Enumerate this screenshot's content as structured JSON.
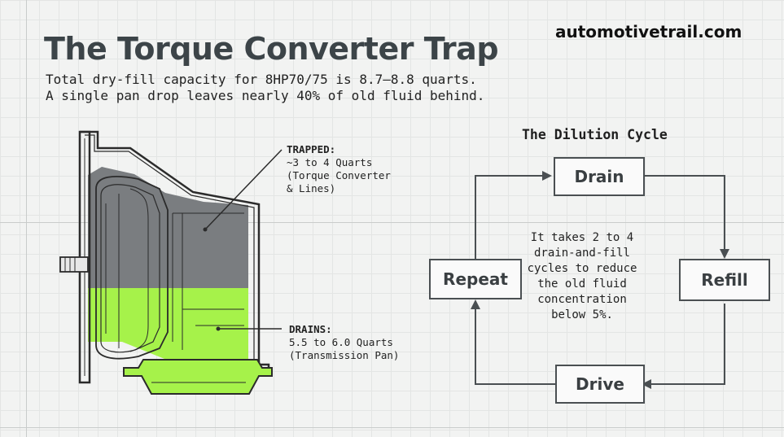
{
  "header": {
    "title": "The Torque Converter Trap",
    "site": "automotivetrail.com",
    "subtitle_lines": [
      "Total dry-fill capacity for 8HP70/75 is 8.7–8.8 quarts.",
      "A single pan drop leaves nearly 40% of old fluid behind."
    ]
  },
  "diagram": {
    "trapped": {
      "label": "TRAPPED:",
      "lines": [
        "~3 to 4 Quarts",
        "(Torque Converter",
        "& Lines)"
      ],
      "color": "#7a7d80"
    },
    "drains": {
      "label": "DRAINS:",
      "lines": [
        "5.5 to 6.0 Quarts",
        "(Transmission Pan)"
      ],
      "color": "#a6f24a"
    }
  },
  "cycle": {
    "title": "The Dilution Cycle",
    "nodes": {
      "drain": "Drain",
      "refill": "Refill",
      "drive": "Drive",
      "repeat": "Repeat"
    },
    "center_lines": [
      "It takes 2 to 4",
      "drain-and-fill",
      "cycles to reduce",
      "the old fluid",
      "concentration",
      "below 5%."
    ]
  }
}
